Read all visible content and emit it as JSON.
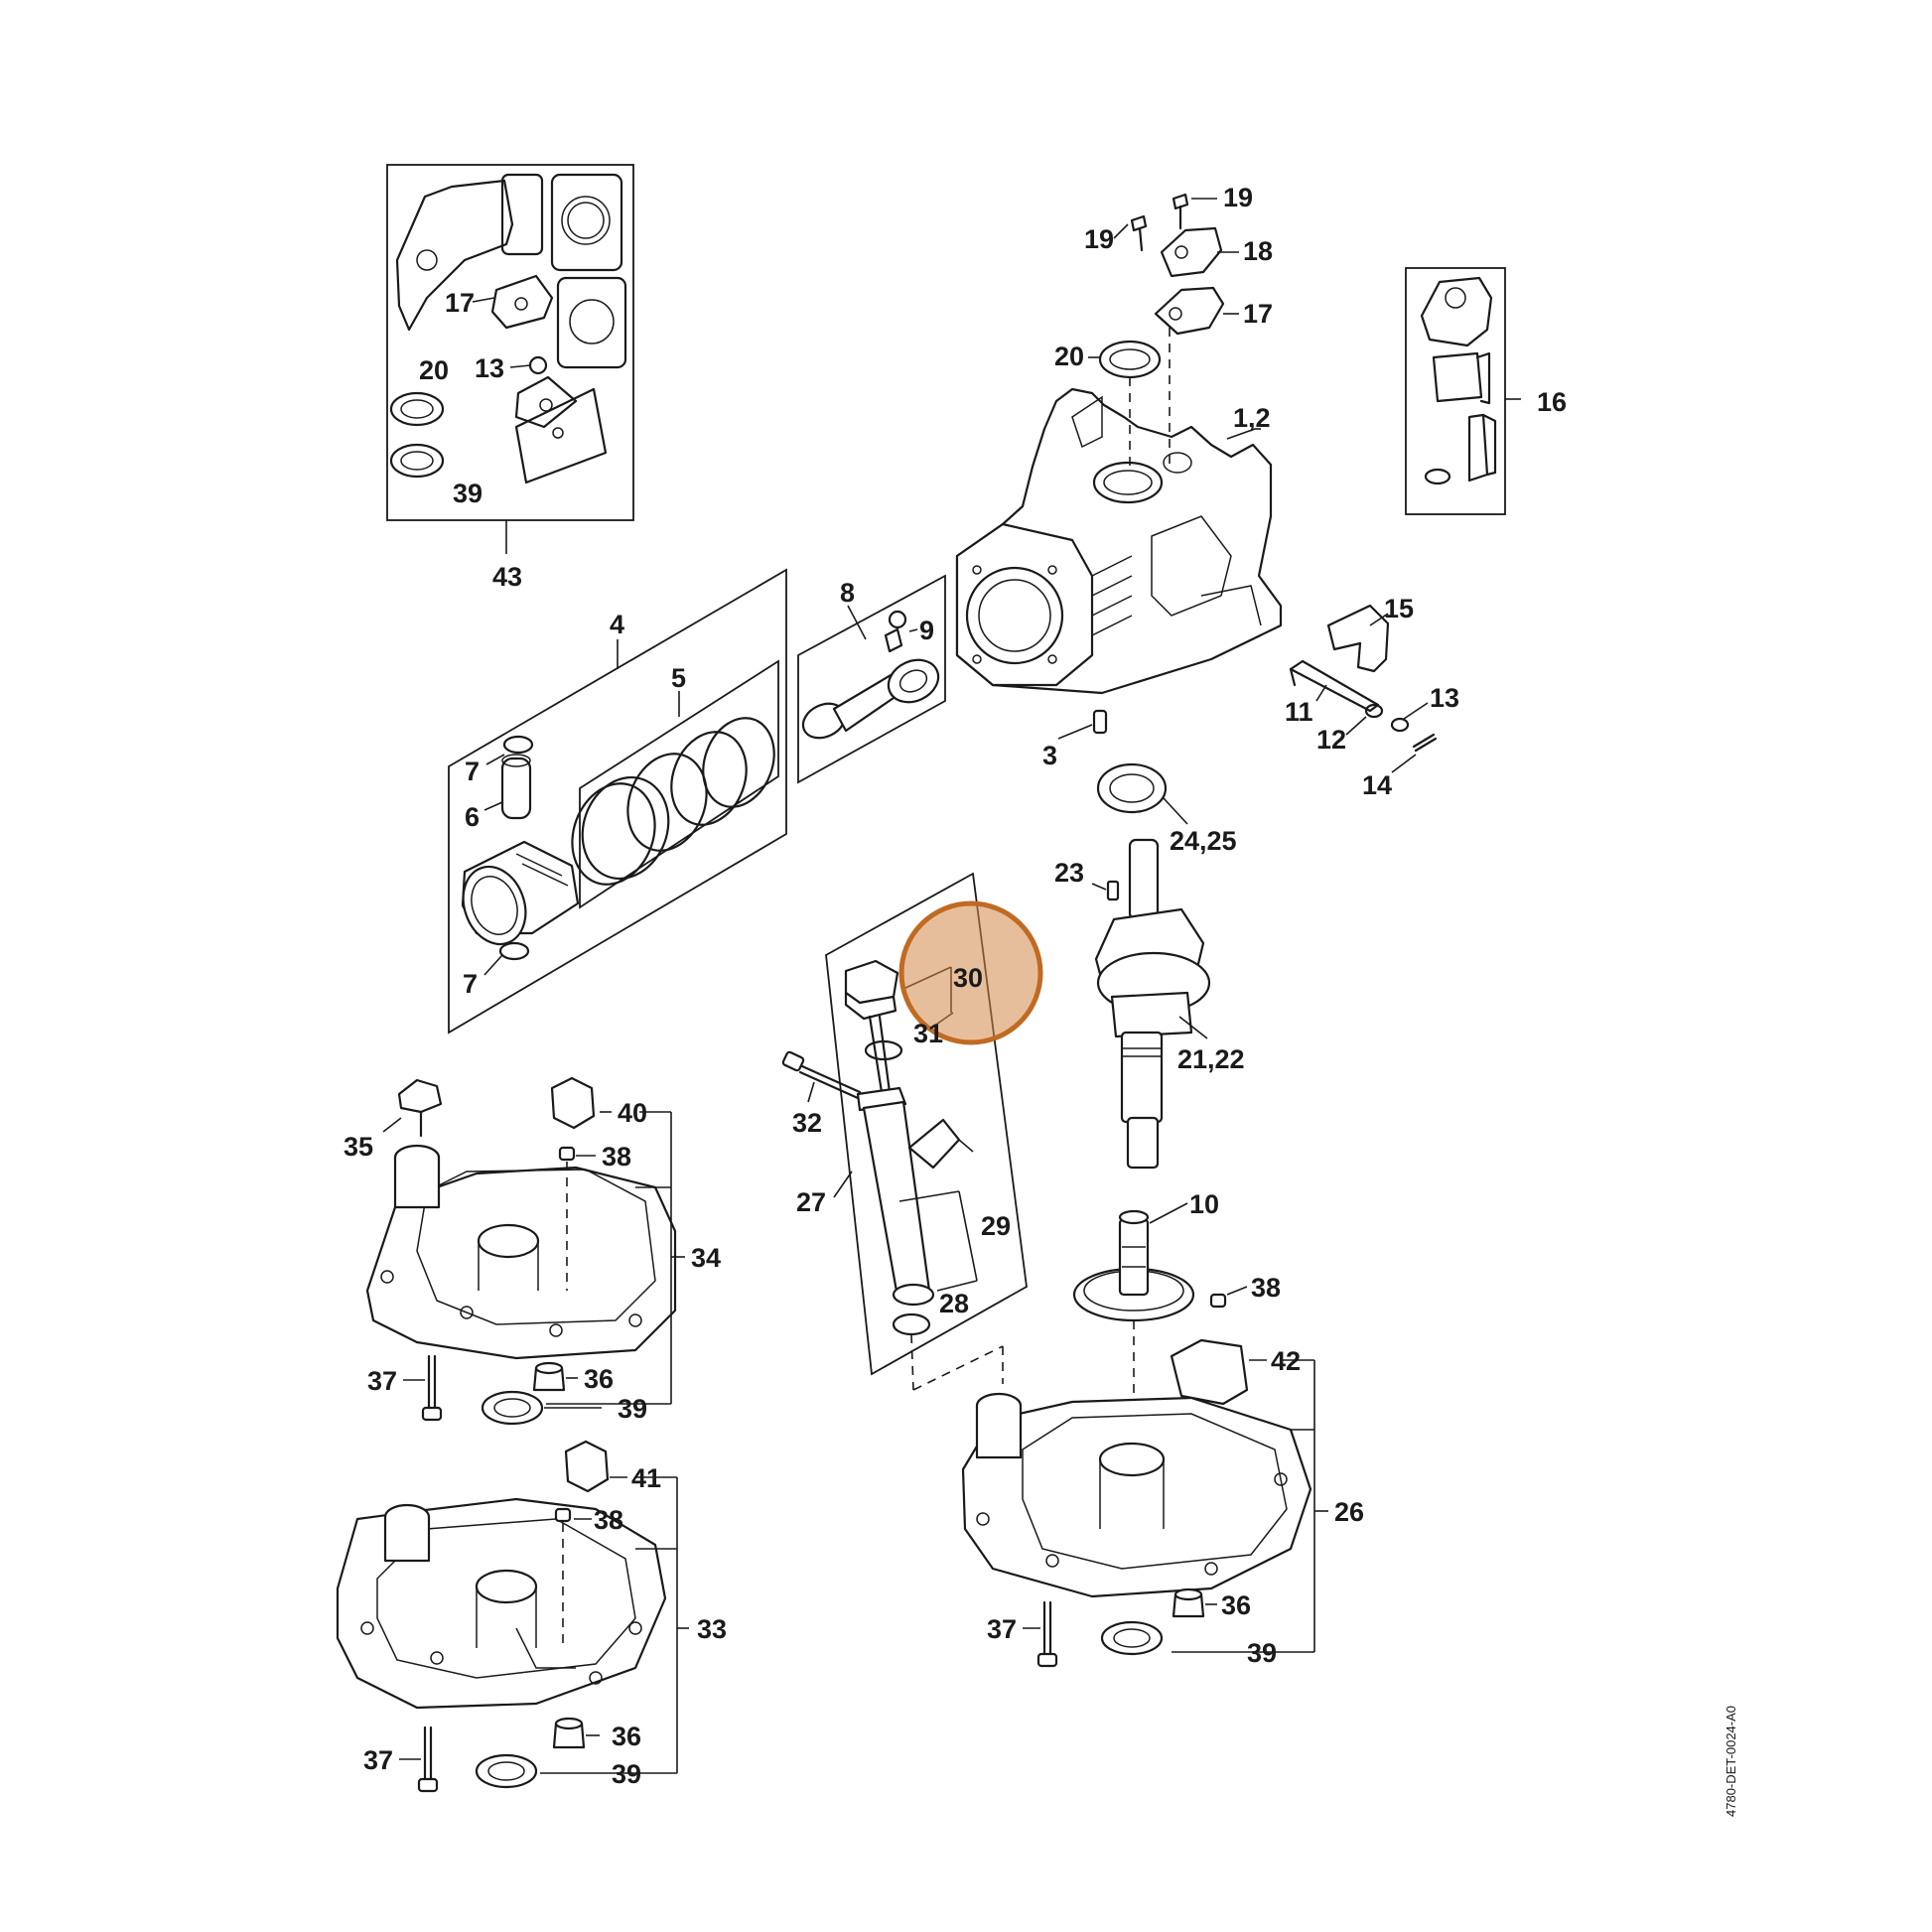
{
  "diagram": {
    "doc_id": "4780-DET-0024-A0",
    "highlight_color": "#d4884a",
    "highlighted_part": "30",
    "labels": {
      "p1_2": "1,2",
      "p3": "3",
      "p4": "4",
      "p5": "5",
      "p6": "6",
      "p7a": "7",
      "p7b": "7",
      "p8": "8",
      "p9": "9",
      "p10": "10",
      "p11": "11",
      "p12": "12",
      "p13a": "13",
      "p13b": "13",
      "p14": "14",
      "p15": "15",
      "p16": "16",
      "p17a": "17",
      "p17b": "17",
      "p18": "18",
      "p19a": "19",
      "p19b": "19",
      "p20a": "20",
      "p20b": "20",
      "p21_22": "21,22",
      "p23": "23",
      "p24_25": "24,25",
      "p26": "26",
      "p27": "27",
      "p28": "28",
      "p29": "29",
      "p30": "30",
      "p31": "31",
      "p32": "32",
      "p33": "33",
      "p34": "34",
      "p35": "35",
      "p36a": "36",
      "p36b": "36",
      "p36c": "36",
      "p37a": "37",
      "p37b": "37",
      "p37c": "37",
      "p38a": "38",
      "p38b": "38",
      "p38c": "38",
      "p39a": "39",
      "p39b": "39",
      "p39c": "39",
      "p39d": "39",
      "p40": "40",
      "p41": "41",
      "p42": "42",
      "p43": "43"
    }
  }
}
